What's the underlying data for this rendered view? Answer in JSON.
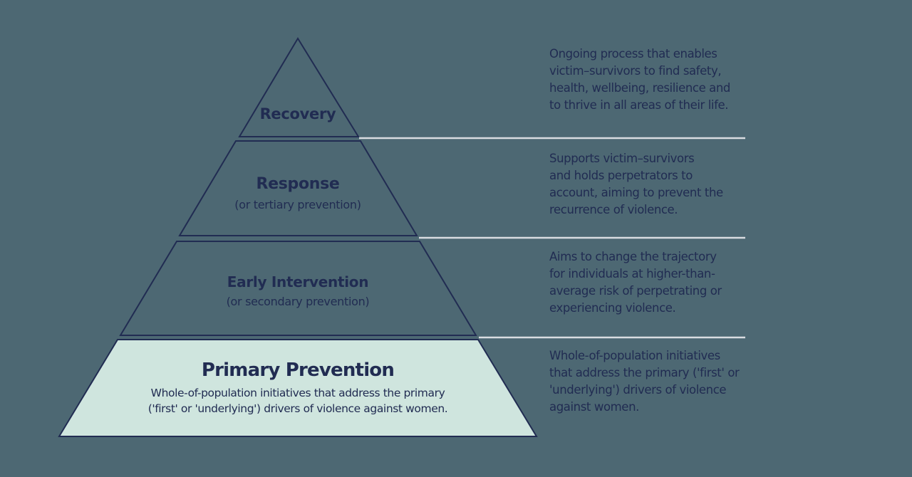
{
  "title": "Prevention pyramid infographic",
  "colors": {
    "background": "#4d6873",
    "outline_navy": "#212c52",
    "text_navy": "#212c52",
    "base_fill_mint": "#cfe5de",
    "divider_line": "#d9dce1"
  },
  "levels": [
    {
      "label": "Recovery",
      "sublabel": "",
      "desc_lines": [
        "Ongoing process that enables",
        "victim–survivors to find safety,",
        "health, wellbeing, resilience and",
        "to thrive in all areas of their life."
      ]
    },
    {
      "label": "Response",
      "sublabel": "(or tertiary prevention)",
      "desc_lines": [
        "Supports victim–survivors",
        "and holds perpetrators to",
        "account, aiming to prevent the",
        "recurrence of violence."
      ]
    },
    {
      "label": "Early Intervention",
      "sublabel": "(or secondary prevention)",
      "desc_lines": [
        "Aims to change the trajectory",
        "for individuals at higher-than-",
        "average risk of perpetrating or",
        "experiencing violence."
      ]
    },
    {
      "label": "Primary Prevention",
      "sublabel": "",
      "inner_lines": [
        "Whole-of-population initiatives that address the primary",
        "('first' or 'underlying') drivers of violence against women."
      ],
      "desc_lines": [
        "Whole-of-population initiatives",
        "that address the primary ('first' or",
        "'underlying') drivers of violence",
        "against women."
      ]
    }
  ]
}
